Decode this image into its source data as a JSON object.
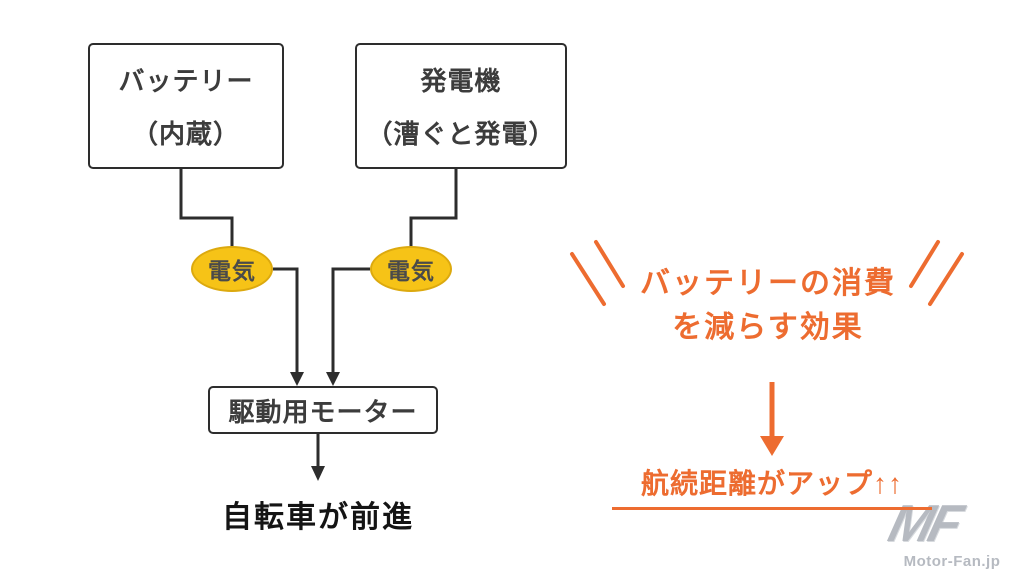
{
  "colors": {
    "accent_orange": "#ED6C30",
    "badge_yellow": "#F6C317",
    "line_black": "#2D2D2D",
    "text_dark": "#3C3C3C",
    "watermark_gray": "#B6BAC1"
  },
  "diagram": {
    "battery_box": {
      "line1": "バッテリー",
      "line2": "（内蔵）"
    },
    "generator_box": {
      "line1": "発電機",
      "line2": "（漕ぐと発電）"
    },
    "electricity_left": "電気",
    "electricity_right": "電気",
    "motor_box": "駆動用モーター",
    "result": "自転車が前進"
  },
  "annotation": {
    "benefit_line1": "バッテリーの消費",
    "benefit_line2": "を減らす効果",
    "range_up": "航続距離がアップ↑↑"
  },
  "watermark": {
    "logo": "MF",
    "site": "Motor-Fan.jp"
  }
}
